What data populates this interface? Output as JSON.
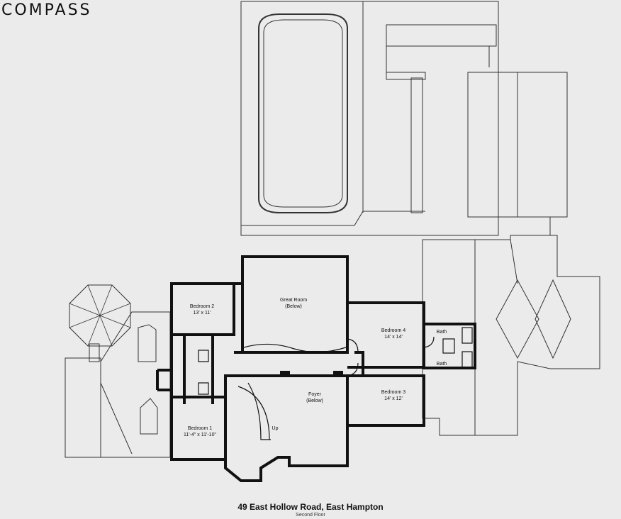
{
  "brand": "COMPASS",
  "rooms": {
    "bedroom2": {
      "name": "Bedroom 2",
      "dims": "13' x 11'"
    },
    "great_room": {
      "name": "Great Room",
      "note": "(Below)"
    },
    "bedroom4": {
      "name": "Bedroom 4",
      "dims": "14' x 14'"
    },
    "bath_upper": {
      "name": "Bath"
    },
    "bath_lower": {
      "name": "Bath"
    },
    "bedroom3": {
      "name": "Bedroom 3",
      "dims": "14' x 12'"
    },
    "foyer": {
      "name": "Foyer",
      "note": "(Below)"
    },
    "bedroom1": {
      "name": "Bedroom 1",
      "dims": "11'-4\" x 11'-10\""
    },
    "stair_label": "Up"
  },
  "caption": {
    "address": "49 East Hollow Road, East Hampton",
    "floor": "Second Floor"
  }
}
